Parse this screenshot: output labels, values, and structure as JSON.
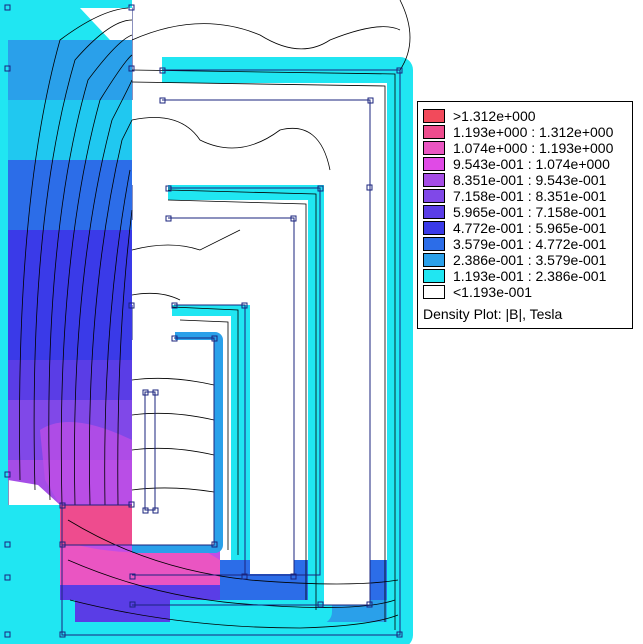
{
  "legend": {
    "items": [
      {
        "label": ">1.312e+000",
        "color": "#f24a5b"
      },
      {
        "label": "1.193e+000 : 1.312e+000",
        "color": "#ee4c8e"
      },
      {
        "label": "1.074e+000 : 1.193e+000",
        "color": "#ea55c2"
      },
      {
        "label": "9.543e-001 : 1.074e+000",
        "color": "#e04ae6"
      },
      {
        "label": "8.351e-001 : 9.543e-001",
        "color": "#a54de6"
      },
      {
        "label": "7.158e-001 : 8.351e-001",
        "color": "#8048e8"
      },
      {
        "label": "5.965e-001 : 7.158e-001",
        "color": "#5a3de6"
      },
      {
        "label": "4.772e-001 : 5.965e-001",
        "color": "#3a3ae8"
      },
      {
        "label": "3.579e-001 : 4.772e-001",
        "color": "#2c6de8"
      },
      {
        "label": "2.386e-001 : 3.579e-001",
        "color": "#2aa0ea"
      },
      {
        "label": "1.193e-001 : 2.386e-001",
        "color": "#20e6f2"
      },
      {
        "label": "<1.193e-001",
        "color": "#ffffff"
      }
    ],
    "title": "Density Plot: |B|, Tesla"
  }
}
